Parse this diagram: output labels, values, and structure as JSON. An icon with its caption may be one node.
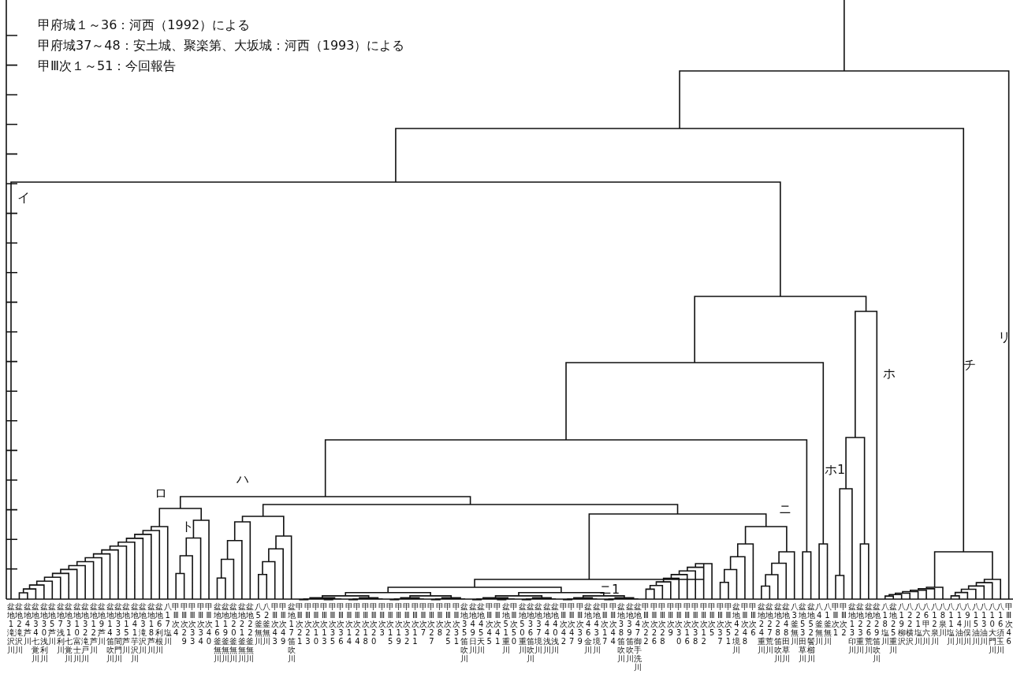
{
  "diagram": {
    "labels": [
      "甲府城１～36：河西（1992）による",
      "甲府城37～48：安土城、聚楽第、大坂城：河西（1993）による",
      "甲Ⅲ次１～51：今回報告",
      "イ",
      "ロ",
      "ト",
      "ハ",
      "ニ",
      "ニ1",
      "ホ",
      "ホ1",
      "チ",
      "リ",
      "盆地1滝沢川",
      "盆地2滝沢川",
      "盆地4芦川",
      "盆地34七覚川",
      "盆地30浅利川",
      "盆地5芦川",
      "盆地7浅利川",
      "盆地31七覚川",
      "盆地10富士川",
      "盆地32滝戸川",
      "盆地12芦川",
      "盆地9芦川",
      "盆地14笛吹川",
      "盆地33間門川",
      "盆地15芦川",
      "盆地41芋沢川",
      "盆地3滝沢川",
      "盆地18芦川",
      "盆地6利根川",
      "八17塩川",
      "甲Ⅲ次4",
      "甲Ⅲ次29",
      "甲Ⅲ次33",
      "甲Ⅲ次34",
      "甲Ⅲ次40",
      "盆地16釜無川",
      "盆地19釜無川",
      "盆地20釜無川",
      "盆地21釜無川",
      "盆地22釜無川",
      "八5釜無川",
      "八2釜無川",
      "甲Ⅲ次43",
      "甲Ⅲ次49",
      "盆地17笛吹川",
      "甲Ⅲ次21",
      "甲Ⅲ次23",
      "甲Ⅲ次10",
      "甲Ⅲ次13",
      "甲Ⅲ次35",
      "甲Ⅲ次36",
      "甲Ⅲ次14",
      "甲Ⅲ次24",
      "甲Ⅲ次18",
      "甲Ⅲ次20",
      "甲Ⅲ次3",
      "甲Ⅲ次15",
      "甲Ⅲ次19",
      "甲Ⅲ次32",
      "甲Ⅲ次11",
      "甲Ⅲ次7",
      "甲Ⅲ次27",
      "甲Ⅲ次8",
      "甲Ⅲ次25",
      "甲Ⅲ次31",
      "盆地35笛吹川",
      "盆地49日川",
      "盆地45天川",
      "甲Ⅲ次45",
      "甲Ⅲ次41",
      "盆地51重川",
      "甲Ⅲ次50",
      "盆地50重川",
      "盆地36笛吹川",
      "盆地37境川",
      "盆地44浅川",
      "盆地40浅川",
      "甲Ⅲ次42",
      "甲Ⅲ次47",
      "甲Ⅲ次39",
      "盆地46金川",
      "盆地43境川",
      "甲Ⅲ次17",
      "甲Ⅲ次44",
      "盆地38笛吹川",
      "盆地39笛吹川",
      "盆地47御手洗川",
      "甲Ⅲ次22",
      "甲Ⅲ次26",
      "甲Ⅲ次28",
      "甲Ⅲ次9",
      "甲Ⅲ次30",
      "甲Ⅲ次16",
      "甲Ⅲ次38",
      "甲Ⅲ次12",
      "甲Ⅲ次5",
      "甲Ⅲ次37",
      "甲Ⅲ次51",
      "盆地42境川",
      "甲Ⅲ次48",
      "甲Ⅲ次6",
      "盆地24重川",
      "盆地27荒川",
      "盆地28笛吹川",
      "盆地48田草川",
      "八3釜無川",
      "盆地53田草川",
      "盆地52鬢櫛川",
      "八4釜無川",
      "八1釜無川",
      "甲Ⅲ次1",
      "甲Ⅲ次2",
      "盆地13印川",
      "盆地23重川",
      "盆地26荒川",
      "盆地29笛吹川",
      "八18塩川",
      "盆地25重川",
      "八19柳沢",
      "八22横沢",
      "八21塩川",
      "八6甲六川",
      "八12泉川",
      "八8泉川",
      "八11塩川",
      "八14油川",
      "八9川俣川",
      "八15油川",
      "八13油川",
      "八10大門川",
      "八16須玉川",
      "甲Ⅲ次46"
    ]
  }
}
